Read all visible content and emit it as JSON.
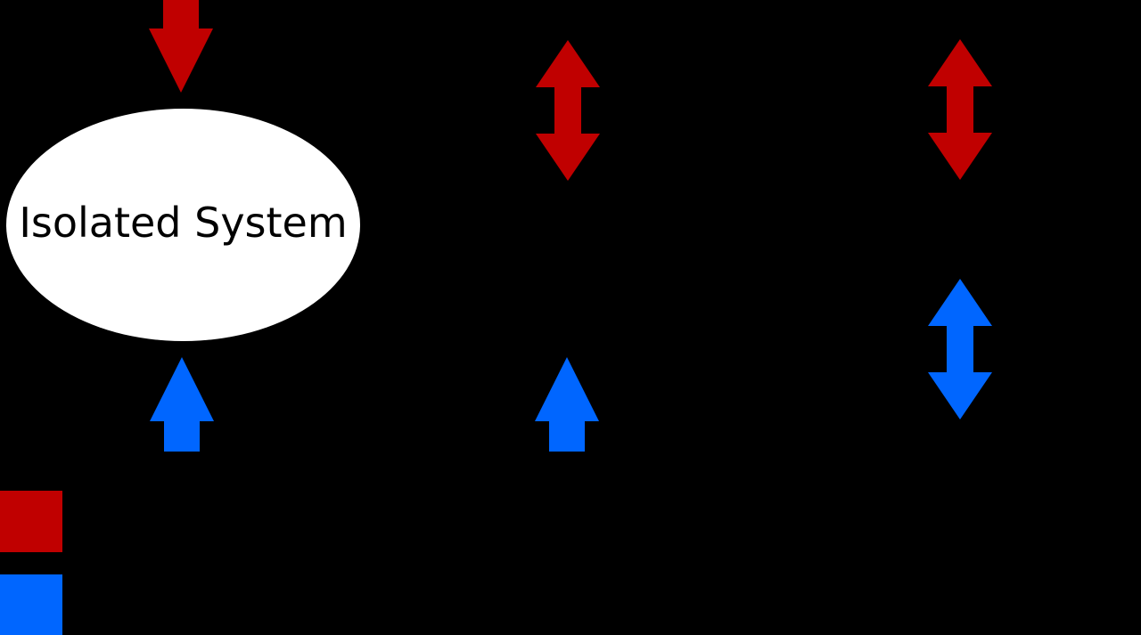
{
  "diagram": {
    "isolated_system": {
      "label": "Isolated System"
    },
    "colors": {
      "background": "#000000",
      "ellipse_fill": "#ffffff",
      "label_text": "#000000",
      "energy": "#c00000",
      "matter": "#0066ff"
    },
    "icons": {
      "energy_in_arrow": "red-down-arrow",
      "matter_toward_arrow": "blue-up-arrow",
      "energy_exchange_arrow": "red-double-vertical-arrow",
      "matter_exchange_arrow": "blue-double-vertical-arrow"
    },
    "legend": {
      "energy_swatch_color": "#c00000",
      "matter_swatch_color": "#0066ff"
    }
  }
}
